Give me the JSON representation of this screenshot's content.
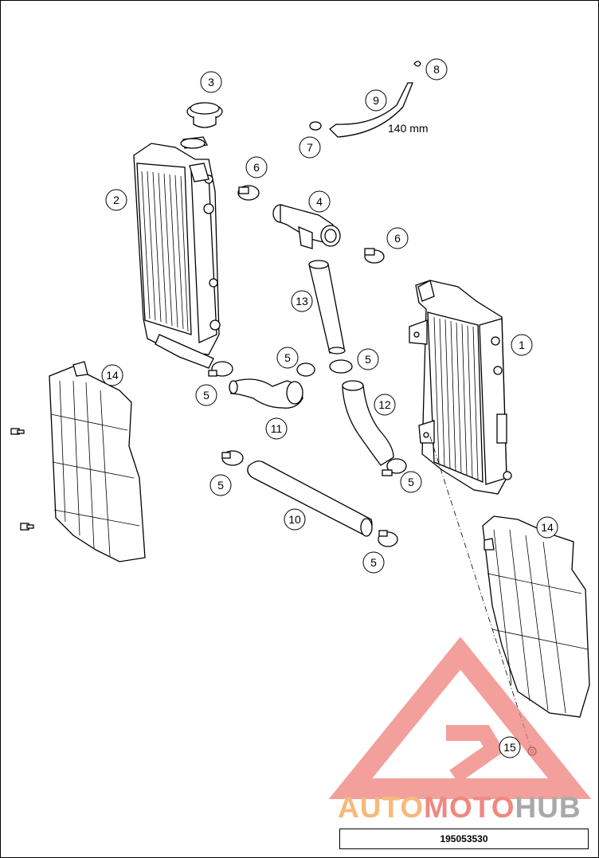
{
  "diagram": {
    "callouts": [
      {
        "id": "c1",
        "label": "1"
      },
      {
        "id": "c2",
        "label": "2"
      },
      {
        "id": "c3",
        "label": "3"
      },
      {
        "id": "c4",
        "label": "4"
      },
      {
        "id": "c5a",
        "label": "5"
      },
      {
        "id": "c5b",
        "label": "5"
      },
      {
        "id": "c5c",
        "label": "5"
      },
      {
        "id": "c5d",
        "label": "5"
      },
      {
        "id": "c5e",
        "label": "5"
      },
      {
        "id": "c5f",
        "label": "5"
      },
      {
        "id": "c6a",
        "label": "6"
      },
      {
        "id": "c6b",
        "label": "6"
      },
      {
        "id": "c7",
        "label": "7"
      },
      {
        "id": "c8",
        "label": "8"
      },
      {
        "id": "c9",
        "label": "9"
      },
      {
        "id": "c10",
        "label": "10"
      },
      {
        "id": "c11",
        "label": "11"
      },
      {
        "id": "c12",
        "label": "12"
      },
      {
        "id": "c13",
        "label": "13"
      },
      {
        "id": "c14a",
        "label": "14"
      },
      {
        "id": "c14b",
        "label": "14"
      },
      {
        "id": "c15",
        "label": "15"
      }
    ],
    "hose_length_label": "140 mm",
    "reference_number": "195053530"
  },
  "watermark": {
    "part1": "AUTO",
    "part2": "MOTO",
    "part3": "HUB",
    "colors": {
      "auto": "#f6b97a",
      "moto": "#f08880",
      "hub": "#a9a9a9",
      "triangle": "#ef7f7a"
    }
  }
}
